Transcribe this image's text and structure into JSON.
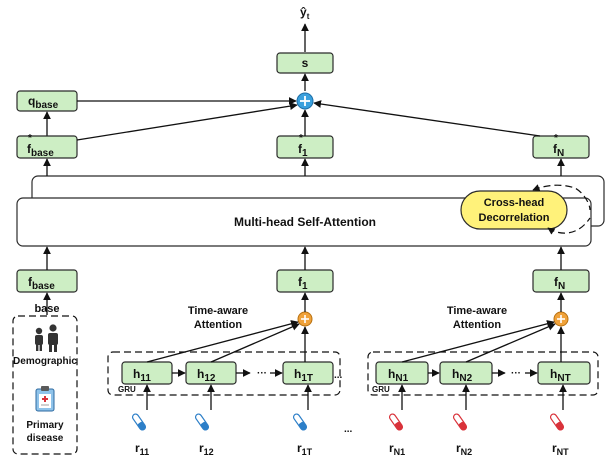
{
  "output": {
    "label": "ŷ",
    "sub": "t"
  },
  "s_node": "s",
  "q_base": {
    "main": "q",
    "sub": "base"
  },
  "f_star_base": {
    "main": "f",
    "sub": "base",
    "sup": "*"
  },
  "f_star_1": {
    "main": "f",
    "sub": "1",
    "sup": "*"
  },
  "f_star_N": {
    "main": "f",
    "sub": "N",
    "sup": "*"
  },
  "mhsa_label": "Multi-head Self-Attention",
  "cross_head": {
    "line1": "Cross-head",
    "line2": "Decorrelation"
  },
  "f_base": {
    "main": "f",
    "sub": "base"
  },
  "f_1": {
    "main": "f",
    "sub": "1"
  },
  "f_N": {
    "main": "f",
    "sub": "N"
  },
  "base_label": "base",
  "demographic_label": "Demographic",
  "primary_disease_label": {
    "line1": "Primary",
    "line2": "disease"
  },
  "time_attn_1": {
    "line1": "Time-aware",
    "line2": "Attention"
  },
  "time_attn_N": {
    "line1": "Time-aware",
    "line2": "Attention"
  },
  "gru_label": "GRU",
  "ellipsis": "···",
  "ellipsis_dots": "...",
  "h_nodes_1": [
    {
      "main": "h",
      "sub": "11"
    },
    {
      "main": "h",
      "sub": "12"
    },
    {
      "main": "h",
      "sub": "1T"
    }
  ],
  "h_nodes_N": [
    {
      "main": "h",
      "sub": "N1"
    },
    {
      "main": "h",
      "sub": "N2"
    },
    {
      "main": "h",
      "sub": "NT"
    }
  ],
  "r_labels_1": [
    {
      "main": "r",
      "sub": "11"
    },
    {
      "main": "r",
      "sub": "12"
    },
    {
      "main": "r",
      "sub": "1T"
    }
  ],
  "r_labels_N": [
    {
      "main": "r",
      "sub": "N1"
    },
    {
      "main": "r",
      "sub": "N2"
    },
    {
      "main": "r",
      "sub": "NT"
    }
  ],
  "colors": {
    "node_fill": "#cdeec4",
    "highlight": "#fff27a",
    "plus_blue": "#3aa0dd",
    "plus_orange": "#f0a23a",
    "tube_blue": "#2d7fc8",
    "tube_red": "#d9323a"
  },
  "icons": [
    "people-icon",
    "clipboard-icon",
    "test-tube-icon"
  ]
}
